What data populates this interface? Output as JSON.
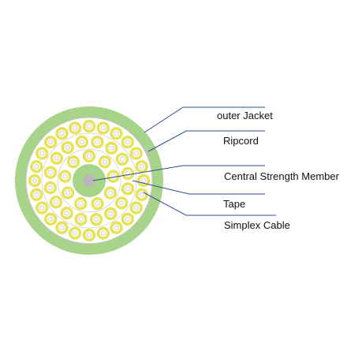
{
  "diagram": {
    "labels": {
      "outer_jacket": "outer Jacket",
      "ripcord": "Ripcord",
      "central_strength_member": "Central Strength  Member",
      "tape": "Tape",
      "simplex_cable": "Simplex Cable"
    },
    "colors": {
      "jacket": "#a8d38a",
      "interior": "#ffffff",
      "tape_ring": "#c6c6c6",
      "fiber_outer": "#e6e35a",
      "fiber_inner": "#ffffff",
      "fiber_core": "#cfcfcf",
      "central_member": "#a8d38a",
      "central_core": "#b8b8b8",
      "leader_line": "#2f4d8f",
      "ripcord_dot": "#bdbdbd"
    },
    "fiber_counts": {
      "outer_ring": 24,
      "middle_ring": 16,
      "inner_ring": 9
    }
  }
}
